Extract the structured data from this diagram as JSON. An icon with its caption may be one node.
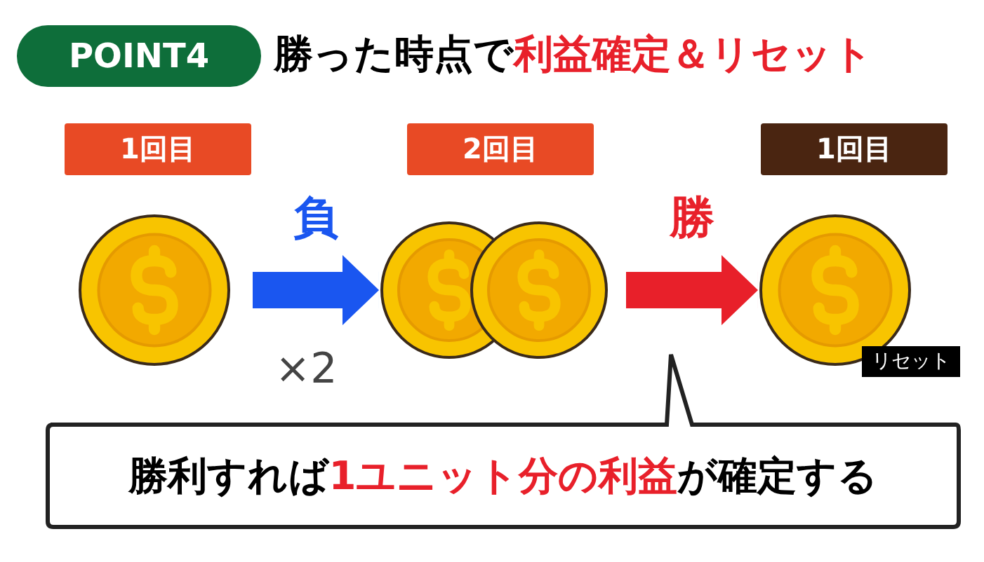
{
  "diagram": {
    "title": "勝った時点で**利益確定＆リセット**",
    "nodes": [
      {
        "text": [
          "1回目"
        ]
      },
      {
        "text": [
          "2回目"
        ]
      },
      {
        "text": [
          "1回目"
        ]
      },
      {
        "text": [
          "勝利すれば**1ユニット分の利益**が確定する"
        ]
      }
    ],
    "edges": [
      {
        "from": 0,
        "to": 1,
        "arrow": "to",
        "label": "負",
        "color": "#1a56f0"
      },
      {
        "from": 1,
        "to": 2,
        "arrow": "to",
        "label": "勝",
        "color": "#e8202a"
      }
    ],
    "labels": [
      "POINT4",
      "×2",
      "リセット"
    ]
  }
}
